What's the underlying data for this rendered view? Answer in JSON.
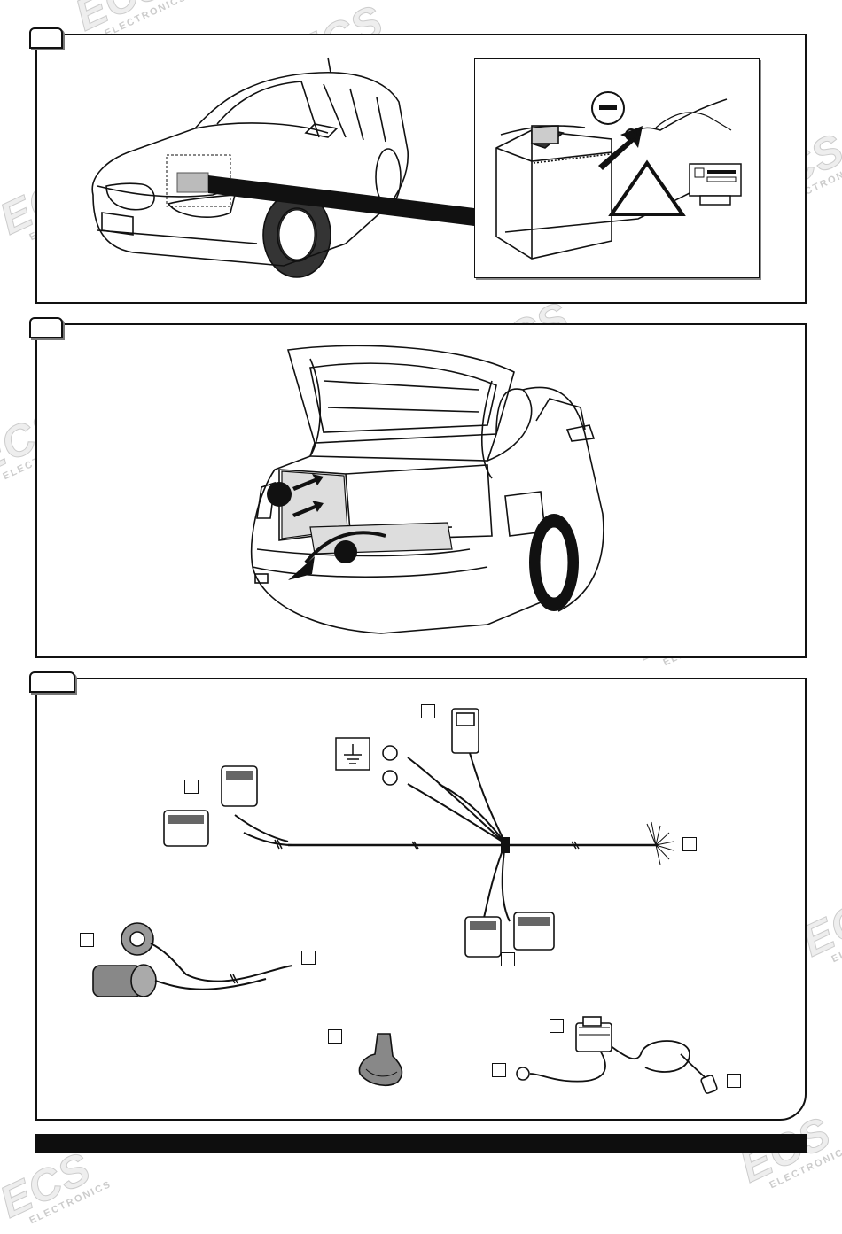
{
  "watermark": {
    "brand": "ECS",
    "sub": "ELECTRONICS"
  },
  "colors": {
    "ink": "#111111",
    "shade": "#cccccc",
    "bar": "#0e0e0e"
  },
  "steps": [
    {
      "id": "step-1",
      "icons": [
        "car-front-icon",
        "battery-icon",
        "warning-triangle-icon",
        "minus-terminal-icon",
        "radio-code-icon"
      ]
    },
    {
      "id": "step-2",
      "icons": [
        "car-rear-trunk-icon"
      ]
    },
    {
      "id": "step-3",
      "icons": [
        "wiring-harness-icon",
        "ground-symbol-icon",
        "lamp-socket-icon",
        "grommet-icon",
        "extension-cable-icon"
      ]
    }
  ]
}
